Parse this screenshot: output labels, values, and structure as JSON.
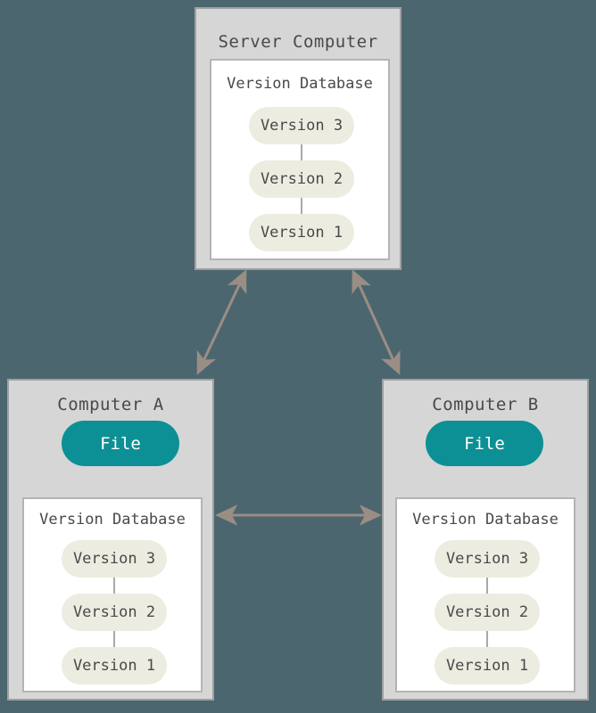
{
  "diagram": {
    "title": "Centralized version control / distributed sync diagram",
    "background_color": "#4c6670",
    "machine_fill": "#d6d6d6",
    "machine_border": "#a0a0a0",
    "vdb_fill": "#ffffff",
    "vdb_border": "#b4b4b4",
    "version_pill_color": "#ecece1",
    "file_pill_color": "#0c9095",
    "arrow_color": "#9a8e84",
    "text_color": "#494949"
  },
  "server": {
    "title": "Server Computer",
    "database": {
      "title": "Version Database",
      "versions": [
        {
          "label": "Version 3"
        },
        {
          "label": "Version 2"
        },
        {
          "label": "Version 1"
        }
      ]
    }
  },
  "computer_a": {
    "title": "Computer A",
    "file": {
      "label": "File"
    },
    "database": {
      "title": "Version Database",
      "versions": [
        {
          "label": "Version 3"
        },
        {
          "label": "Version 2"
        },
        {
          "label": "Version 1"
        }
      ]
    }
  },
  "computer_b": {
    "title": "Computer B",
    "file": {
      "label": "File"
    },
    "database": {
      "title": "Version Database",
      "versions": [
        {
          "label": "Version 3"
        },
        {
          "label": "Version 2"
        },
        {
          "label": "Version 1"
        }
      ]
    }
  },
  "connections": [
    {
      "name": "server-to-computer-a",
      "style": "double-headed-arrow"
    },
    {
      "name": "server-to-computer-b",
      "style": "double-headed-arrow"
    },
    {
      "name": "computer-a-to-computer-b",
      "style": "double-headed-arrow"
    },
    {
      "name": "a-database-to-file",
      "style": "single-headed-arrow-up"
    },
    {
      "name": "b-database-to-file",
      "style": "single-headed-arrow-up"
    }
  ]
}
